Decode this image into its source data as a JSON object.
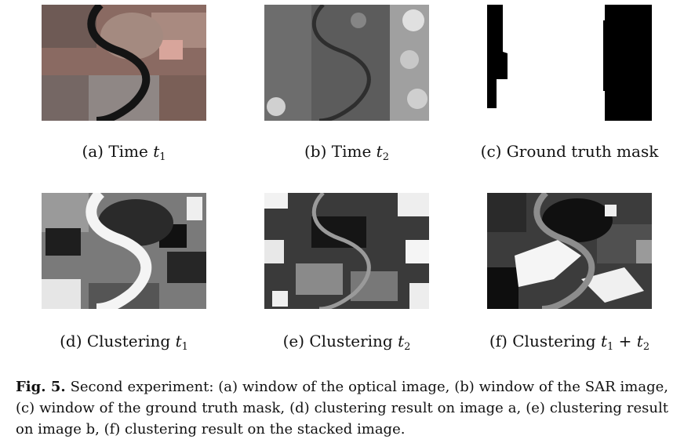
{
  "panels": [
    {
      "label": "(a) Time ",
      "var": "t",
      "sub": "1",
      "kind": "optical"
    },
    {
      "label": "(b) Time ",
      "var": "t",
      "sub": "2",
      "kind": "sar"
    },
    {
      "label": "(c) Ground truth mask",
      "var": "",
      "sub": "",
      "kind": "mask"
    },
    {
      "label": "(d) Clustering ",
      "var": "t",
      "sub": "1",
      "kind": "cluster-a"
    },
    {
      "label": "(e) Clustering ",
      "var": "t",
      "sub": "2",
      "kind": "cluster-b"
    },
    {
      "label": "(f) Clustering ",
      "var": "t",
      "sub": "1",
      "extra": " + ",
      "var2": "t",
      "sub2": "2",
      "kind": "cluster-stacked"
    }
  ],
  "caption": {
    "prefix": "Fig. 5.",
    "text": " Second experiment: (a) window of the optical image, (b) window of the SAR image, (c) window of the ground truth mask, (d) clustering result on image a, (e) clustering result on image b, (f) clustering result on the stacked image."
  }
}
